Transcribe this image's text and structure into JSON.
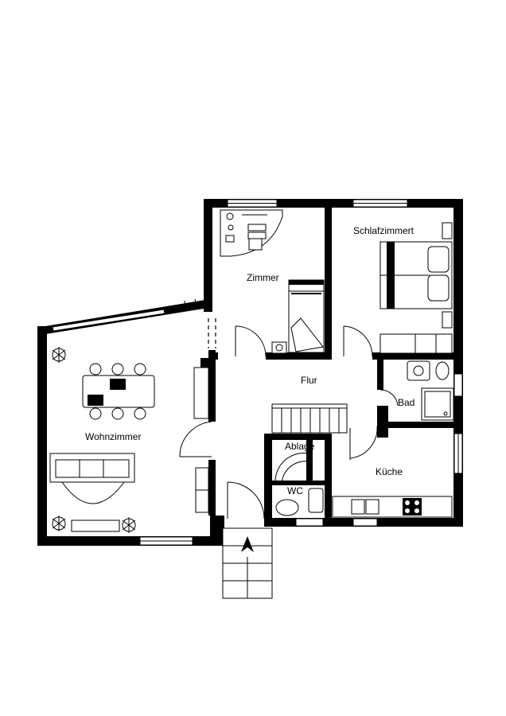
{
  "plan": {
    "rooms": {
      "zimmer": "Zimmer",
      "schlafzimmer": "Schlafzimmert",
      "wohnzimmer": "Wohnzimmer",
      "flur": "Flur",
      "bad": "Bad",
      "ablage": "Ablage",
      "wc": "WC",
      "kueche": "Küche"
    }
  }
}
